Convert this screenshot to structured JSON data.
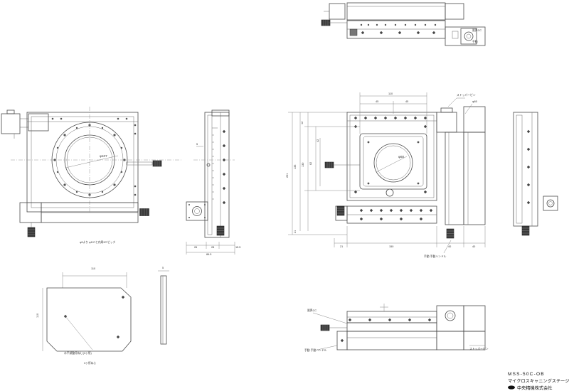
{
  "top_view": {
    "label_a": "限界CC",
    "label_b": "手動"
  },
  "left_view": {
    "diameter": "φ107",
    "note": "φ5より φ107と内周90°ピッチ"
  },
  "side_view": {
    "dims": [
      "26",
      "28",
      "15.5",
      "86.5",
      "5"
    ]
  },
  "xy_view": {
    "diameter": "φ60",
    "vdims": [
      "201",
      "135",
      "130",
      "62",
      "42",
      "12",
      "21"
    ],
    "hdims": [
      "110",
      "45",
      "45"
    ],
    "bdims": [
      "21",
      "150",
      "40",
      "40"
    ],
    "callouts": [
      "ストッパーピン",
      "φ65",
      "手動 手動ハンドル"
    ]
  },
  "plate": {
    "width": "110",
    "height": "110",
    "thickness": "5",
    "note1": "水平調整用ねじ(3ヶ所)",
    "note2": "3ヶ所ねじ"
  },
  "front_view": {
    "callouts": [
      "限界CC",
      "手動 手動ハンドル",
      "ストッパーピン"
    ]
  },
  "title_block": {
    "model": "MSS-50C-OB",
    "product": "マイクロスキャニングステージ",
    "company": "中央精機株式会社"
  }
}
